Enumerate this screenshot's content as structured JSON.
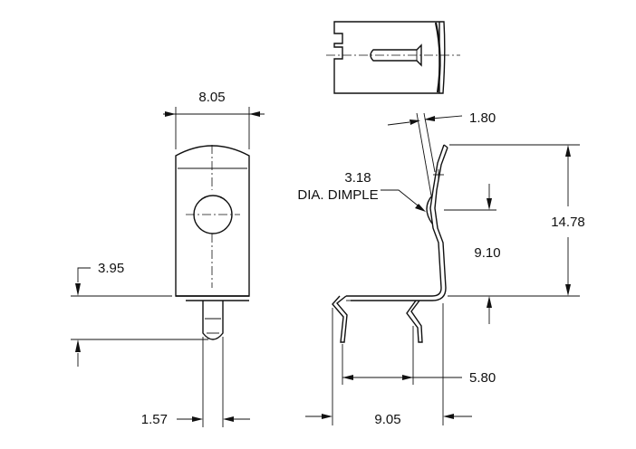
{
  "dimensions": {
    "width_top": "8.05",
    "offset_left": "3.95",
    "pin_dia": "1.57",
    "thickness": "1.80",
    "dimple_dia": "3.18",
    "dimple_label": "DIA. DIMPLE",
    "overall_height": "14.78",
    "dimple_height": "9.10",
    "inner_span": "5.80",
    "outer_span": "9.05"
  }
}
